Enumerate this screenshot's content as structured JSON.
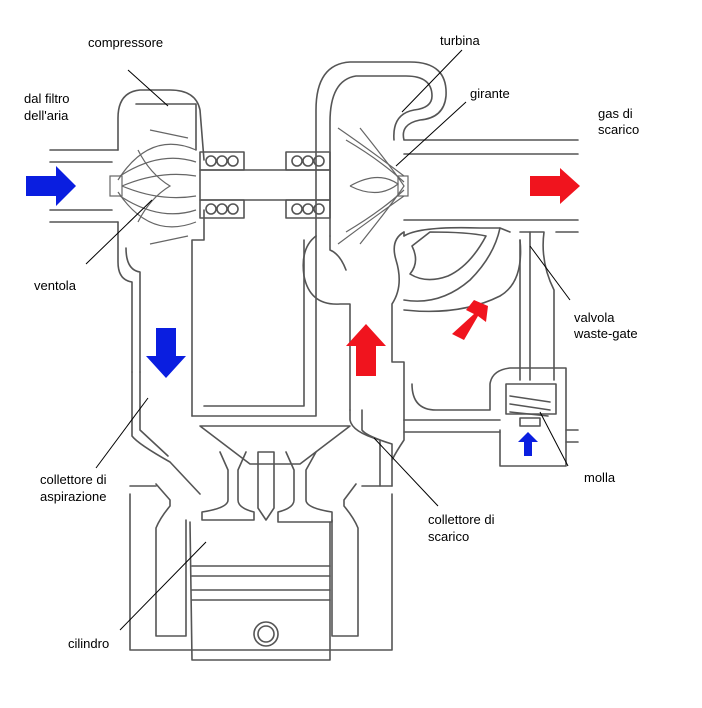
{
  "labels": {
    "compressore": "compressore",
    "turbina": "turbina",
    "girante": "girante",
    "filtro_l1": "dal filtro",
    "filtro_l2": "dell'aria",
    "gas_l1": "gas di",
    "gas_l2": "scarico",
    "ventola": "ventola",
    "valvola_l1": "valvola",
    "valvola_l2": "waste-gate",
    "aspirazione_l1": "collettore di",
    "aspirazione_l2": "aspirazione",
    "scarico_l1": "collettore di",
    "scarico_l2": "scarico",
    "molla": "molla",
    "cilindro": "cilindro"
  },
  "colors": {
    "intake_arrow": "#0a1ee0",
    "exhaust_arrow": "#f0141e",
    "line": "#555555"
  }
}
